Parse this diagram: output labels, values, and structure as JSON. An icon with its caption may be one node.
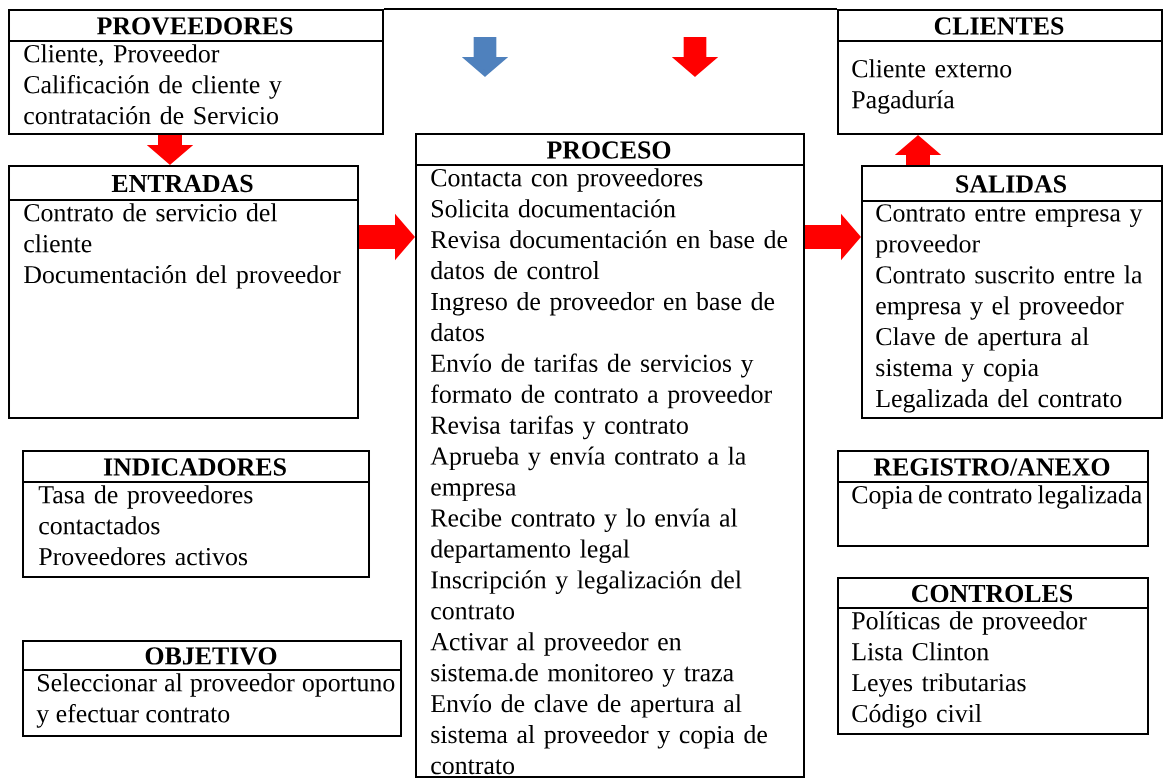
{
  "diagram": {
    "nodes": [
      {
        "text": [
          "PROVEEDORES",
          "Cliente, Proveedor",
          "Calificación de cliente y contratación de Servicio"
        ]
      },
      {
        "text": [
          "CLIENTES",
          "Cliente externo",
          "Pagaduría"
        ]
      },
      {
        "text": [
          "ENTRADAS",
          "Contrato de servicio del cliente",
          "Documentación del proveedor"
        ]
      },
      {
        "text": [
          "PROCESO",
          "Contacta con proveedores",
          "Solicita documentación",
          "Revisa documentación en base de datos de control",
          "Ingreso de proveedor en base de datos",
          "Envío de tarifas de servicios y formato de contrato a proveedor",
          "Revisa tarifas y contrato",
          "Aprueba y envía contrato a la empresa",
          "Recibe contrato y lo envía al departamento legal",
          "Inscripción y legalización del contrato",
          "Activar al proveedor en sistema.de monitoreo y traza",
          "Envío de clave de apertura al sistema al proveedor y copia de contrato"
        ]
      },
      {
        "text": [
          "SALIDAS",
          "Contrato entre empresa y proveedor",
          "Contrato suscrito entre la empresa y el proveedor",
          "Clave de apertura al sistema y copia",
          "Legalizada del contrato"
        ]
      },
      {
        "text": [
          "INDICADORES",
          "Tasa de proveedores contactados",
          "Proveedores activos"
        ]
      },
      {
        "text": [
          "REGISTRO/ANEXO",
          "Copia de contrato legalizada"
        ]
      },
      {
        "text": [
          "CONTROLES",
          "Políticas de proveedor",
          "Lista Clinton",
          "Leyes tributarias",
          "Código civil"
        ]
      },
      {
        "text": [
          "OBJETIVO",
          "Seleccionar al proveedor oportuno y efectuar contrato"
        ]
      }
    ],
    "edges": [
      {
        "from": 0,
        "to": 2,
        "arrow": "to"
      },
      {
        "from": 2,
        "to": 3,
        "arrow": "to"
      },
      {
        "from": 3,
        "to": 4,
        "arrow": "to"
      },
      {
        "from": 4,
        "to": 1,
        "arrow": "to"
      },
      {
        "from": 0,
        "to": 1,
        "arrow": "none",
        "color": "#000000"
      }
    ]
  }
}
